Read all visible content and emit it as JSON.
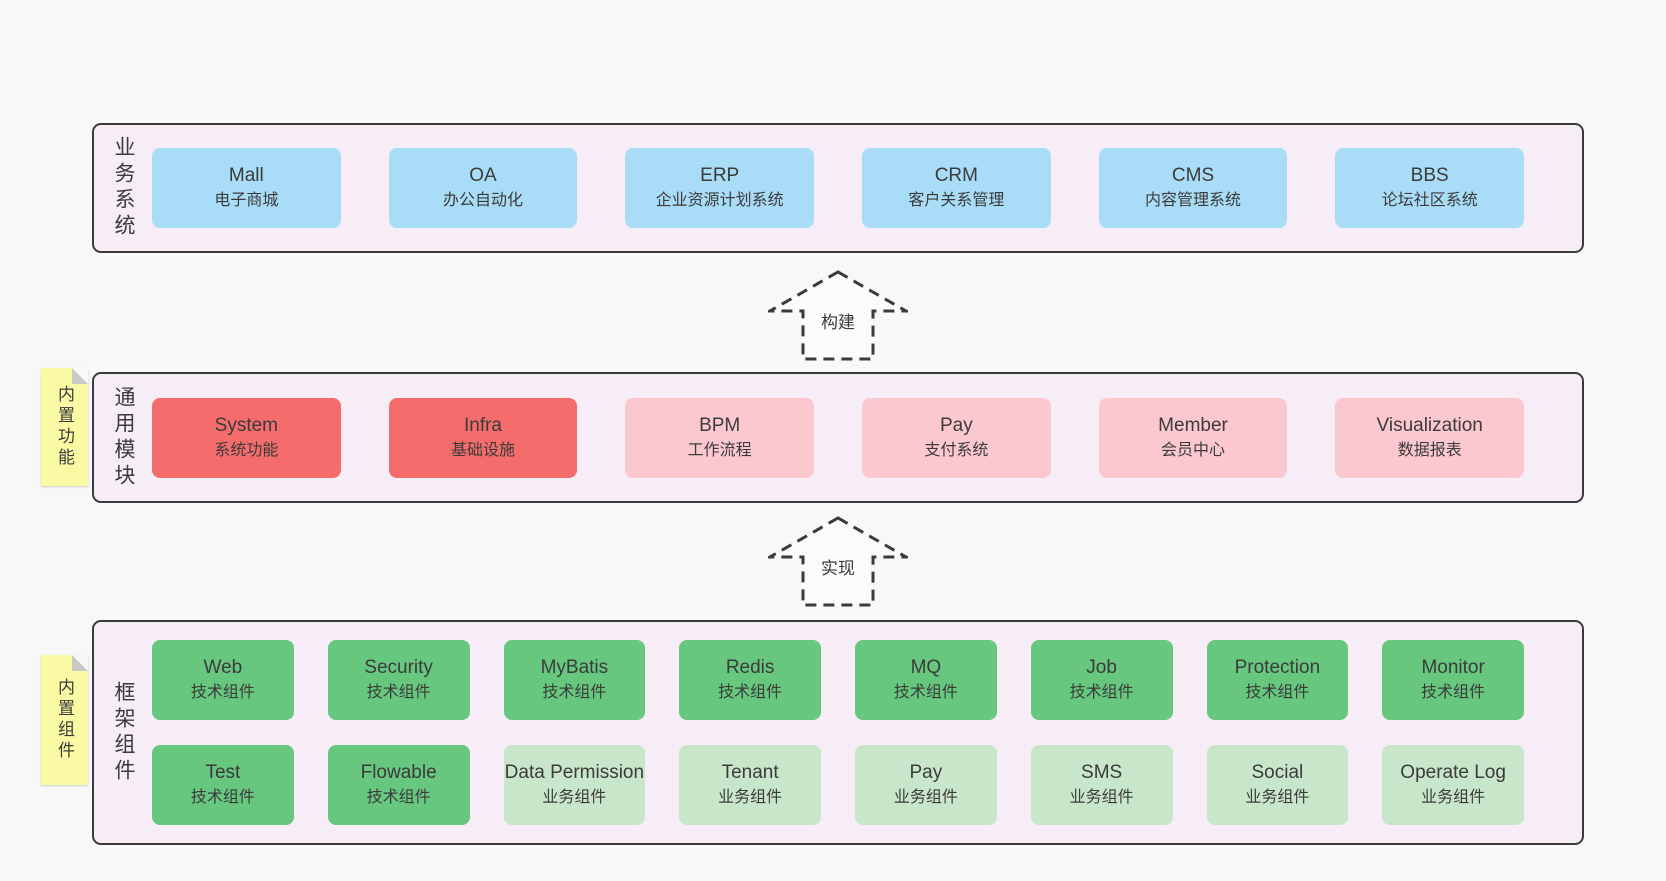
{
  "palette": {
    "page_bg": "#f8f8f8",
    "band_bg": "#f7edf6",
    "band_border": "#3b3b3b",
    "blue_box": "#a9dcf6",
    "red_box": "#f56c6c",
    "pink_box": "#fcc8d0",
    "green_box": "#67c77e",
    "light_green_box": "#c8e6c9",
    "note_yellow": "#fafaa4",
    "note_fold": "#c9c9c9",
    "text": "#3b3b3b"
  },
  "arrows": [
    {
      "label": "构建"
    },
    {
      "label": "实现"
    }
  ],
  "bands": [
    {
      "label": "业务系统",
      "boxes": [
        {
          "title": "Mall",
          "subtitle": "电子商城"
        },
        {
          "title": "OA",
          "subtitle": "办公自动化"
        },
        {
          "title": "ERP",
          "subtitle": "企业资源计划系统"
        },
        {
          "title": "CRM",
          "subtitle": "客户关系管理"
        },
        {
          "title": "CMS",
          "subtitle": "内容管理系统"
        },
        {
          "title": "BBS",
          "subtitle": "论坛社区系统"
        }
      ]
    },
    {
      "label": "通用模块",
      "note": "内置功能",
      "boxes": [
        {
          "title": "System",
          "subtitle": "系统功能"
        },
        {
          "title": "Infra",
          "subtitle": "基础设施"
        },
        {
          "title": "BPM",
          "subtitle": "工作流程"
        },
        {
          "title": "Pay",
          "subtitle": "支付系统"
        },
        {
          "title": "Member",
          "subtitle": "会员中心"
        },
        {
          "title": "Visualization",
          "subtitle": "数据报表"
        }
      ]
    },
    {
      "label": "框架组件",
      "note": "内置组件",
      "rows": [
        [
          {
            "title": "Web",
            "subtitle": "技术组件"
          },
          {
            "title": "Security",
            "subtitle": "技术组件"
          },
          {
            "title": "MyBatis",
            "subtitle": "技术组件"
          },
          {
            "title": "Redis",
            "subtitle": "技术组件"
          },
          {
            "title": "MQ",
            "subtitle": "技术组件"
          },
          {
            "title": "Job",
            "subtitle": "技术组件"
          },
          {
            "title": "Protection",
            "subtitle": "技术组件"
          },
          {
            "title": "Monitor",
            "subtitle": "技术组件"
          }
        ],
        [
          {
            "title": "Test",
            "subtitle": "技术组件"
          },
          {
            "title": "Flowable",
            "subtitle": "技术组件"
          },
          {
            "title": "Data Permission",
            "subtitle": "业务组件"
          },
          {
            "title": "Tenant",
            "subtitle": "业务组件"
          },
          {
            "title": "Pay",
            "subtitle": "业务组件"
          },
          {
            "title": "SMS",
            "subtitle": "业务组件"
          },
          {
            "title": "Social",
            "subtitle": "业务组件"
          },
          {
            "title": "Operate Log",
            "subtitle": "业务组件"
          }
        ]
      ]
    }
  ]
}
